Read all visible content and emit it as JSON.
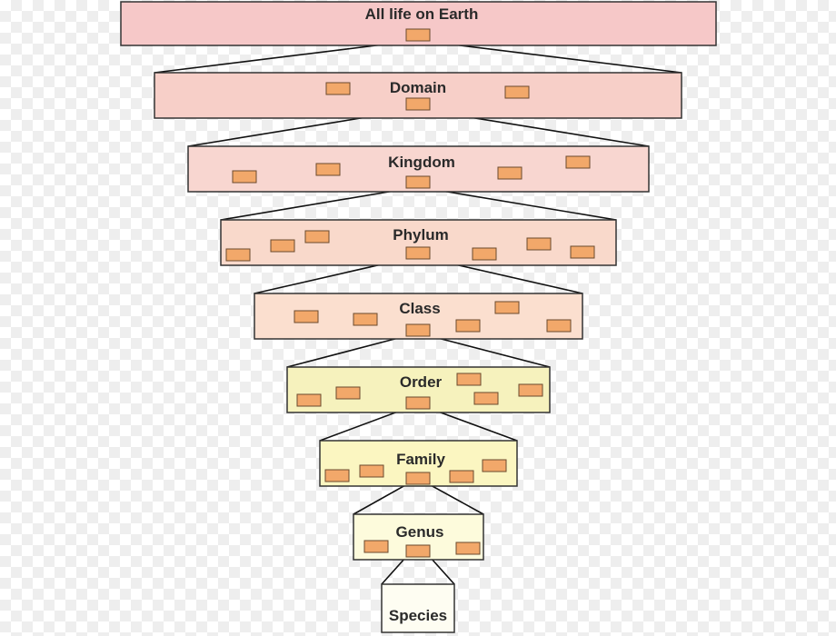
{
  "levels": [
    {
      "key": "all-life",
      "label": "All life on Earth",
      "fill": "#f6c8c8",
      "taxa_count": 1
    },
    {
      "key": "domain",
      "label": "Domain",
      "fill": "#f7cfc8",
      "taxa_count": 3
    },
    {
      "key": "kingdom",
      "label": "Kingdom",
      "fill": "#f8d6d0",
      "taxa_count": 5
    },
    {
      "key": "phylum",
      "label": "Phylum",
      "fill": "#f9d9cb",
      "taxa_count": 7
    },
    {
      "key": "class",
      "label": "Class",
      "fill": "#fbdfcf",
      "taxa_count": 6
    },
    {
      "key": "order",
      "label": "Order",
      "fill": "#f6f2bd",
      "taxa_count": 6
    },
    {
      "key": "family",
      "label": "Family",
      "fill": "#fbf6c1",
      "taxa_count": 5
    },
    {
      "key": "genus",
      "label": "Genus",
      "fill": "#fdfbdc",
      "taxa_count": 3
    },
    {
      "key": "species",
      "label": "Species",
      "fill": "#fefdf2",
      "taxa_count": 0
    }
  ],
  "colors": {
    "taxon_fill": "#f2a86a",
    "taxon_stroke": "#6b4a2e",
    "outline": "#333333",
    "connector": "#111111"
  }
}
